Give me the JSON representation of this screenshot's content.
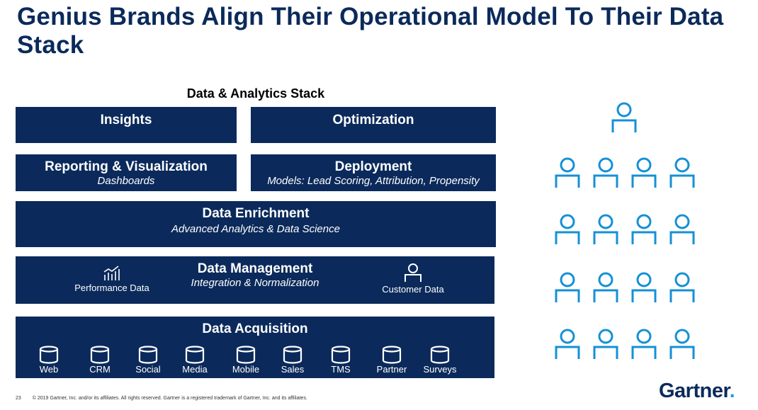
{
  "title": "Genius Brands Align Their Operational Model To Their Data Stack",
  "stack_title": "Data & Analytics Stack",
  "layers": {
    "insights": {
      "heading": "Insights"
    },
    "optimization": {
      "heading": "Optimization"
    },
    "reporting": {
      "heading": "Reporting & Visualization",
      "subheading": "Dashboards"
    },
    "deployment": {
      "heading": "Deployment",
      "subheading": "Models: Lead Scoring, Attribution, Propensity"
    },
    "enrichment": {
      "heading": "Data Enrichment",
      "subheading": "Advanced Analytics & Data Science"
    },
    "management": {
      "heading": "Data Management",
      "subheading": "Integration & Normalization",
      "left_item": {
        "label": "Performance Data",
        "icon": "bar-chart-icon"
      },
      "right_item": {
        "label": "Customer Data",
        "icon": "person-icon"
      }
    },
    "acquisition": {
      "heading": "Data Acquisition",
      "sources": [
        {
          "label": "Web",
          "icon": "database-icon"
        },
        {
          "label": "CRM",
          "icon": "database-icon"
        },
        {
          "label": "Social",
          "icon": "database-icon"
        },
        {
          "label": "Media",
          "icon": "database-icon"
        },
        {
          "label": "Mobile",
          "icon": "database-icon"
        },
        {
          "label": "Sales",
          "icon": "database-icon"
        },
        {
          "label": "TMS",
          "icon": "database-icon"
        },
        {
          "label": "Partner",
          "icon": "database-icon"
        },
        {
          "label": "Surveys",
          "icon": "database-icon"
        }
      ]
    }
  },
  "team_rows": [
    1,
    4,
    4,
    4,
    4
  ],
  "footer": {
    "page_number": "23",
    "copyright": "© 2019 Gartner, Inc. and/or its affiliates. All rights reserved. Gartner is a registered trademark of Gartner, Inc. and its affiliates."
  },
  "logo": {
    "text": "Gartner",
    "dot": "."
  },
  "colors": {
    "navy": "#0b2a5b",
    "person_blue": "#1590d6",
    "logo_dot": "#1fa0e0"
  }
}
